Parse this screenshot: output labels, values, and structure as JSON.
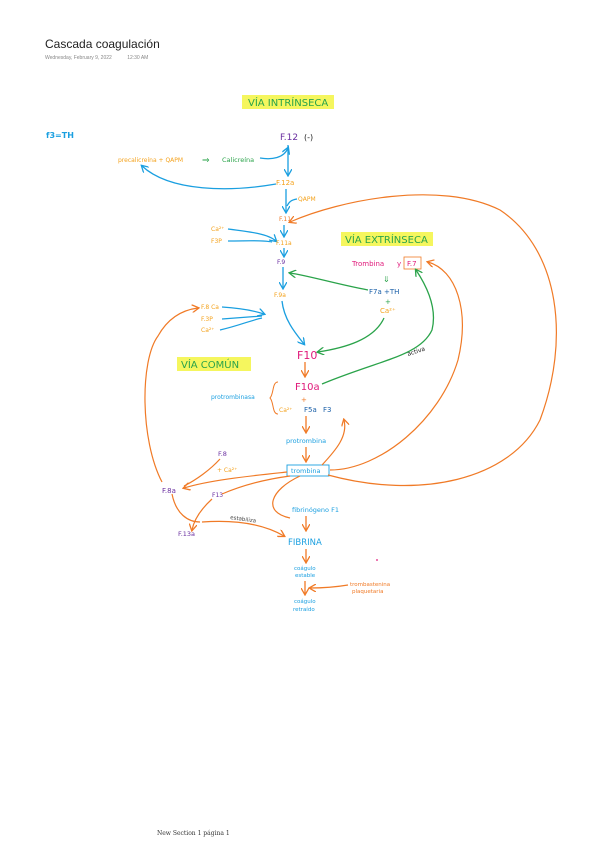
{
  "page": {
    "title": "Cascada coagulación",
    "date": "Wednesday, February 9, 2022",
    "time": "12:30 AM",
    "footer": "New Section 1 página 1"
  },
  "colors": {
    "intrinsic": "#1a9fe0",
    "extrinsic": "#2aa34a",
    "common": "#f07a26",
    "factor": "#6a2fa0",
    "magenta": "#e0197a",
    "orange_text": "#f4a21c",
    "highlight": "#f3f542"
  },
  "note": "f3=TH",
  "headings": {
    "intrinsic": "VÍA INTRÍNSECA",
    "extrinsic": "VÍA EXTRÍNSECA",
    "common": "VÍA COMÚN"
  },
  "intrinsic": {
    "f12": "F.12",
    "f12_sign": "(-)",
    "precalicreina": "precalicreína + QAPM",
    "calicreina": "Calicreína",
    "f12a": "F.12a",
    "qapm": "QAPM",
    "f11": "F.11",
    "ca1": "Ca²⁺",
    "f3p1": "F3P",
    "f11a": "F.11a",
    "f9": "F.9",
    "f9a": "F.9a",
    "f8a": "F.8 Ca",
    "f3p2": "F.3P",
    "ca2": "Ca²⁺"
  },
  "extrinsic": {
    "trombina": "Trombina",
    "y": "y",
    "f7": "F.7",
    "f7a": "F7a +TH",
    "plus": "+",
    "ca": "Ca²⁺",
    "activa": "activa"
  },
  "common": {
    "f10": "F10",
    "f10a": "F10a",
    "plus": "+",
    "ca": "Ca²⁺",
    "f5a": "F5a",
    "f3": "F3",
    "protrombinasa": "protrombinasa",
    "protrombina": "protrombina",
    "trombina": "trombina",
    "f8": "F.8",
    "ca_f8": "+ Ca²⁺",
    "f8a": "F.8a",
    "f13": "F13",
    "estabiliza": "estabiliza",
    "f13a": "F.13a",
    "fibrinogeno": "fibrinógeno F1",
    "fibrina": "FIBRINA",
    "coagulo_estable_1": "coágulo",
    "coagulo_estable_2": "estable",
    "trombastenina_1": "trombastenina",
    "trombastenina_2": "plaquetaria",
    "coagulo_retraido_1": "coágulo",
    "coagulo_retraido_2": "retraído"
  }
}
